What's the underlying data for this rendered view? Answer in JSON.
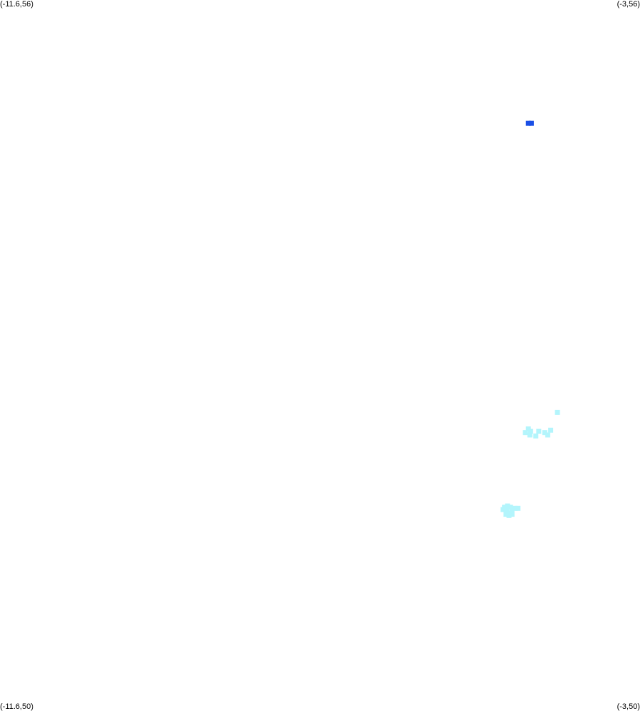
{
  "bounds": {
    "west": -11.6,
    "east": -3,
    "south": 50,
    "north": 56
  },
  "corner_labels": {
    "top_left": "(-11.6,56)",
    "top_right": "(-3,56)",
    "bottom_left": "(-11.6,50)",
    "bottom_right": "(-3,50)"
  },
  "colors": {
    "dark_cluster": "#1a4fe6",
    "light_cluster": "#b3f5fc",
    "background": "#ffffff"
  },
  "chart_data": {
    "type": "scatter",
    "xlim": [
      -11.6,
      -3
    ],
    "ylim": [
      50,
      56
    ],
    "grid": false,
    "series": [
      {
        "color": "#1a4fe6",
        "points": [
          [
            -4.5,
            54.96
          ],
          [
            -4.46,
            54.96
          ]
        ]
      },
      {
        "color": "#b3f5fc",
        "points": [
          [
            -4.11,
            52.52
          ],
          [
            -4.5,
            52.38
          ],
          [
            -4.54,
            52.35
          ],
          [
            -4.48,
            52.33
          ],
          [
            -4.4,
            52.32
          ],
          [
            -4.36,
            52.36
          ],
          [
            -4.28,
            52.35
          ],
          [
            -4.24,
            52.33
          ],
          [
            -4.2,
            52.37
          ],
          [
            -4.47,
            52.36
          ],
          [
            -4.82,
            51.72
          ],
          [
            -4.78,
            51.73
          ],
          [
            -4.74,
            51.72
          ],
          [
            -4.84,
            51.7
          ],
          [
            -4.79,
            51.69
          ],
          [
            -4.72,
            51.7
          ],
          [
            -4.68,
            51.71
          ],
          [
            -4.64,
            51.71
          ],
          [
            -4.75,
            51.67
          ],
          [
            -4.8,
            51.66
          ],
          [
            -4.76,
            51.65
          ],
          [
            -4.72,
            51.66
          ]
        ]
      }
    ]
  }
}
